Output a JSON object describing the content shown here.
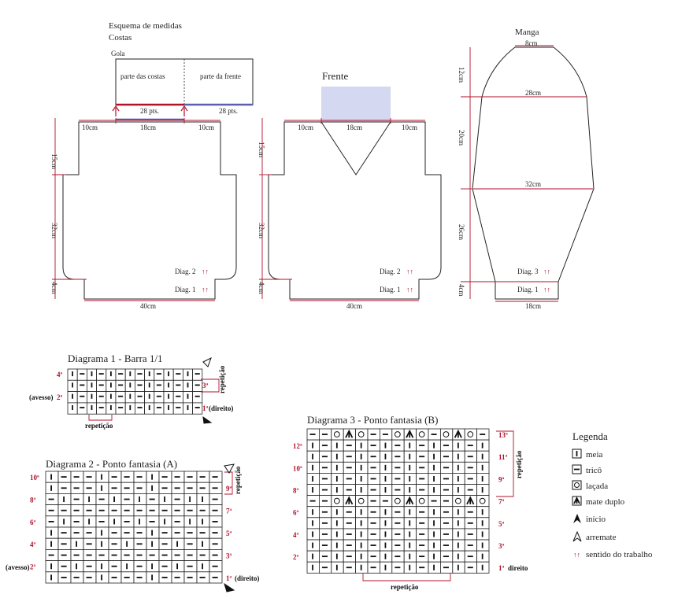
{
  "schematic": {
    "title_line1": "Esquema de medidas",
    "title_line2": "Costas",
    "gola_label": "Gola",
    "gola_back_part": "parte das costas",
    "gola_front_part": "parte da frente",
    "gola_pts_left": "28 pts.",
    "gola_pts_right": "28 pts.",
    "costas": {
      "top_left": "10cm",
      "top_mid": "18cm",
      "top_right": "10cm",
      "h_top": "15cm",
      "h_mid": "32cm",
      "h_bot": "4cm",
      "width": "40cm",
      "diag2": "Diag. 2",
      "diag1": "Diag. 1"
    },
    "frente": {
      "title": "Frente",
      "top_left": "10cm",
      "top_mid": "18cm",
      "top_right": "10cm",
      "h_top": "15cm",
      "h_mid": "32cm",
      "h_bot": "4cm",
      "width": "40cm",
      "diag2": "Diag. 2",
      "diag1": "Diag. 1"
    },
    "manga": {
      "title": "Manga",
      "top": "8cm",
      "upper": "28cm",
      "mid": "32cm",
      "bottom": "18cm",
      "h1": "12cm",
      "h2": "20cm",
      "h3": "26cm",
      "h4": "4cm",
      "diag3": "Diag. 3",
      "diag1": "Diag. 1"
    },
    "arrows": "↑↑"
  },
  "diagrams": {
    "d1": {
      "title": "Diagrama 1 - Barra 1/1",
      "rows": [
        "4ª",
        "3ª",
        "2ª",
        "1ª"
      ],
      "avesso": "(avesso)",
      "direito": "(direito)",
      "repeticao_v": "repetição",
      "repeticao_h": "repetição"
    },
    "d2": {
      "title": "Diagrama 2 - Ponto fantasia (A)",
      "rows": [
        "10ª",
        "9ª",
        "8ª",
        "7ª",
        "6ª",
        "5ª",
        "4ª",
        "3ª",
        "2ª",
        "1ª"
      ],
      "avesso": "(avesso)",
      "direito": "(direito)",
      "repeticao_v": "repetição"
    },
    "d3": {
      "title": "Diagrama 3 - Ponto fantasia (B)",
      "rows": [
        "13ª",
        "12ª",
        "11ª",
        "10ª",
        "9ª",
        "8ª",
        "7ª",
        "6ª",
        "5ª",
        "4ª",
        "3ª",
        "2ª",
        "1ª"
      ],
      "direito": "direito",
      "repeticao_v": "repetição",
      "repeticao_h": "repetição"
    }
  },
  "legend": {
    "title": "Legenda",
    "items": [
      {
        "icon": "knit-stitch-icon",
        "label": "meia"
      },
      {
        "icon": "purl-stitch-icon",
        "label": "tricô"
      },
      {
        "icon": "yarn-over-icon",
        "label": "laçada"
      },
      {
        "icon": "double-decrease-icon",
        "label": "mate duplo"
      },
      {
        "icon": "start-arrow-icon",
        "label": "início"
      },
      {
        "icon": "finish-arrow-icon",
        "label": "arremate"
      },
      {
        "icon": "work-direction-icon",
        "label": "sentido do trabalho"
      }
    ]
  },
  "colors": {
    "measure_red": "#b0122a",
    "collar_blue": "#5a5fb0",
    "neck_fill": "#d4d8f0"
  }
}
